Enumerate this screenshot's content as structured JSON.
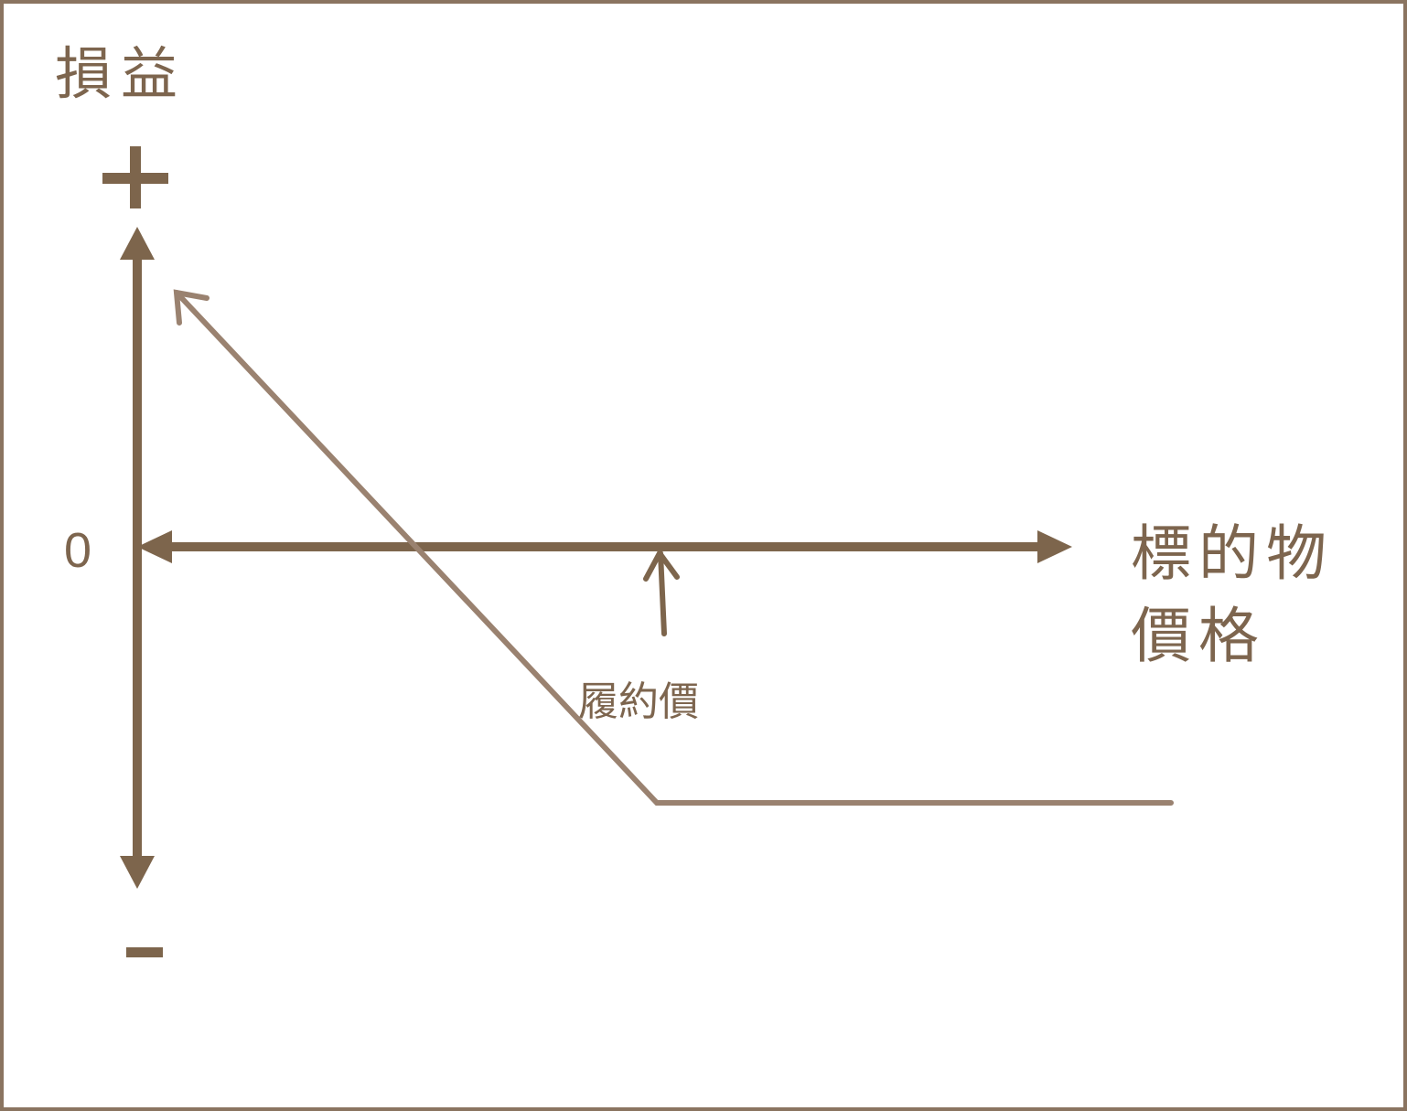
{
  "diagram": {
    "y_axis_label": "損益",
    "plus_sign": "+",
    "minus_sign": "-",
    "zero_label": "0",
    "x_axis_label_line1": "標的物",
    "x_axis_label_line2": "價格",
    "strike_label": "履約價",
    "colors": {
      "axis": "#7d654c",
      "payoff": "#9a8270",
      "border": "#8a7460"
    }
  }
}
